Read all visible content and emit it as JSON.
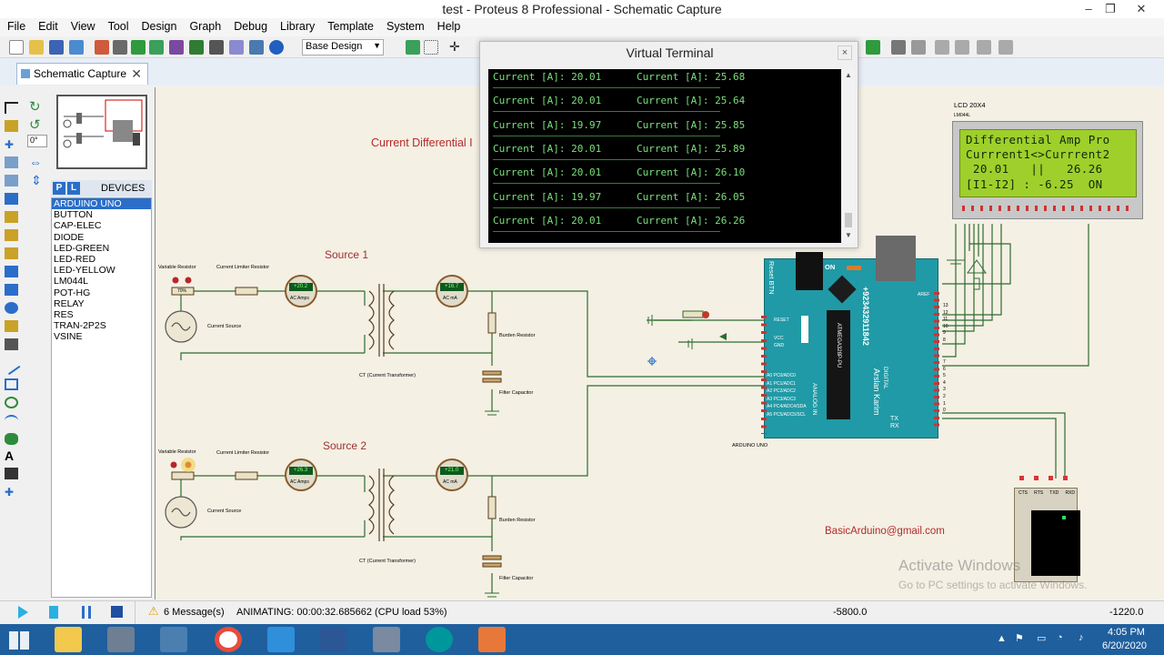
{
  "window": {
    "title": "test - Proteus 8 Professional - Schematic Capture",
    "min_label": "–",
    "max_label": "❐",
    "close_label": "✕"
  },
  "menu": [
    "File",
    "Edit",
    "View",
    "Tool",
    "Design",
    "Graph",
    "Debug",
    "Library",
    "Template",
    "System",
    "Help"
  ],
  "toolbar": {
    "design_select": "Base Design"
  },
  "tab": {
    "label": "Schematic Capture",
    "close": "✕"
  },
  "left_tools": {
    "rotation": "0°"
  },
  "devices_panel": {
    "p_label": "P",
    "l_label": "L",
    "header": "DEVICES",
    "items": [
      "ARDUINO UNO",
      "BUTTON",
      "CAP-ELEC",
      "DIODE",
      "LED-GREEN",
      "LED-RED",
      "LED-YELLOW",
      "LM044L",
      "POT-HG",
      "RELAY",
      "RES",
      "TRAN-2P2S",
      "VSINE"
    ],
    "selected_index": 0
  },
  "terminal": {
    "title": "Virtual Terminal",
    "close": "×",
    "rows": [
      {
        "left": "Current [A]: 20.01",
        "right": "Current [A]: 25.68"
      },
      {
        "left": "Current [A]: 20.01",
        "right": "Current [A]: 25.64"
      },
      {
        "left": "Current [A]: 19.97",
        "right": "Current [A]: 25.85"
      },
      {
        "left": "Current [A]: 20.01",
        "right": "Current [A]: 25.89"
      },
      {
        "left": "Current [A]: 20.01",
        "right": "Current [A]: 26.10"
      },
      {
        "left": "Current [A]: 19.97",
        "right": "Current [A]: 26.05"
      },
      {
        "left": "Current [A]: 20.01",
        "right": "Current [A]: 26.26"
      }
    ]
  },
  "schematic": {
    "title": "Current Differential I",
    "source1": "Source 1",
    "source2": "Source 2",
    "variable_resistor": "Variable Resistor",
    "current_limiter": "Current Limiter Resistor",
    "current_source": "Current Source",
    "ac_amps": "AC Amps",
    "ac_ma": "AC mA",
    "burden_resistor": "Burden Resistor",
    "ct": "CT (Current Transformer)",
    "filter_capacitor": "Filter Capacitor",
    "meter1a": "+20.2",
    "meter1b": "+16.7",
    "meter2a": "+26.3",
    "meter2b": "+21.0",
    "pot_label": "70%",
    "arduino_label": "ARDUINO UNO",
    "email": "BasicArduino@gmail.com",
    "lcd_title": "LCD 20X4",
    "lcd_part": "LM044L",
    "coord_x": "-5800.0",
    "coord_y": "-1220.0"
  },
  "lcd": {
    "rows": [
      "Differential Amp Pro",
      "Currrent1<>Currrent2",
      " 20.01   ||   26.26",
      "[I1-I2] : -6.25  ON"
    ]
  },
  "arduino": {
    "reset_btn": "Reset BTN",
    "phone": "+923432911842",
    "name": "Arslan Karim",
    "on": "ON",
    "digital": "DIGITAL",
    "analog": "ANALOG IN",
    "chip": "ATMEGA328P-PU",
    "tx": "TX",
    "rx": "RX",
    "aref": "AREF",
    "reset": "RESET",
    "vcc": "VCC",
    "gnd": "GND",
    "left_pins": [
      "A0 PC0/ADC0",
      "A1 PC1/ADC1",
      "A2 PC2/ADC2",
      "A3 PC3/ADC3",
      "A4 PC4/ADC4/SDA",
      "A5 PC5/ADC5/SCL"
    ],
    "right_pins_top": [
      "13",
      "12",
      "11",
      "10",
      "9",
      "8"
    ],
    "right_pins_bottom": [
      "7",
      "6",
      "5",
      "4",
      "3",
      "2",
      "1",
      "0"
    ]
  },
  "vterm": {
    "pins": [
      "CTS",
      "RTS",
      "TXD",
      "RXD"
    ]
  },
  "statusbar": {
    "messages": "6 Message(s)",
    "status": "ANIMATING: 00:00:32.685662 (CPU load 53%)"
  },
  "watermark": {
    "line1": "Activate Windows",
    "line2": "Go to PC settings to activate Windows."
  },
  "clock": {
    "time": "4:05 PM",
    "date": "6/20/2020"
  }
}
